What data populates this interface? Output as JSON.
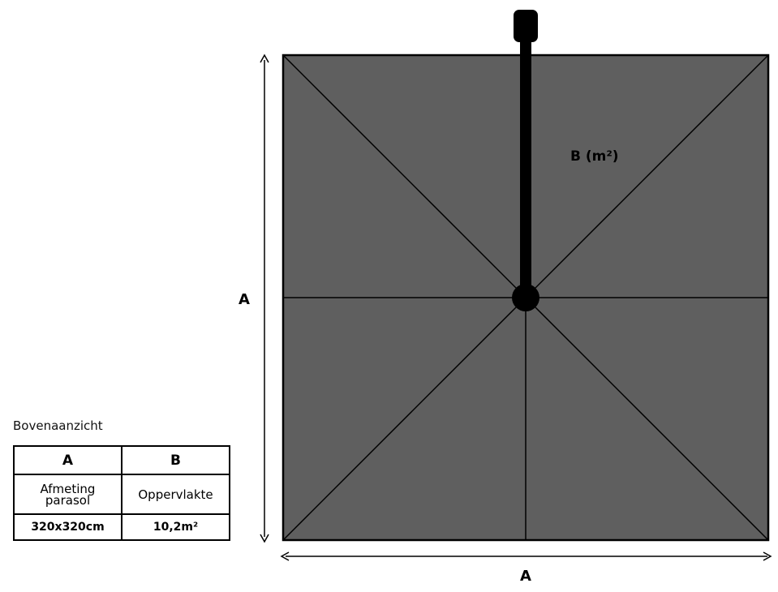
{
  "diagram": {
    "label_area": "B (m²)",
    "label_side_vertical": "A",
    "label_side_horizontal": "A",
    "canopy_color": "#5f5f5f",
    "line_color": "#000000"
  },
  "caption": "Bovenaanzicht",
  "table": {
    "headers": [
      "A",
      "B"
    ],
    "descriptions": [
      [
        "Afmeting",
        "parasol"
      ],
      [
        "Oppervlakte"
      ]
    ],
    "values": [
      "320x320cm",
      "10,2m²"
    ]
  }
}
